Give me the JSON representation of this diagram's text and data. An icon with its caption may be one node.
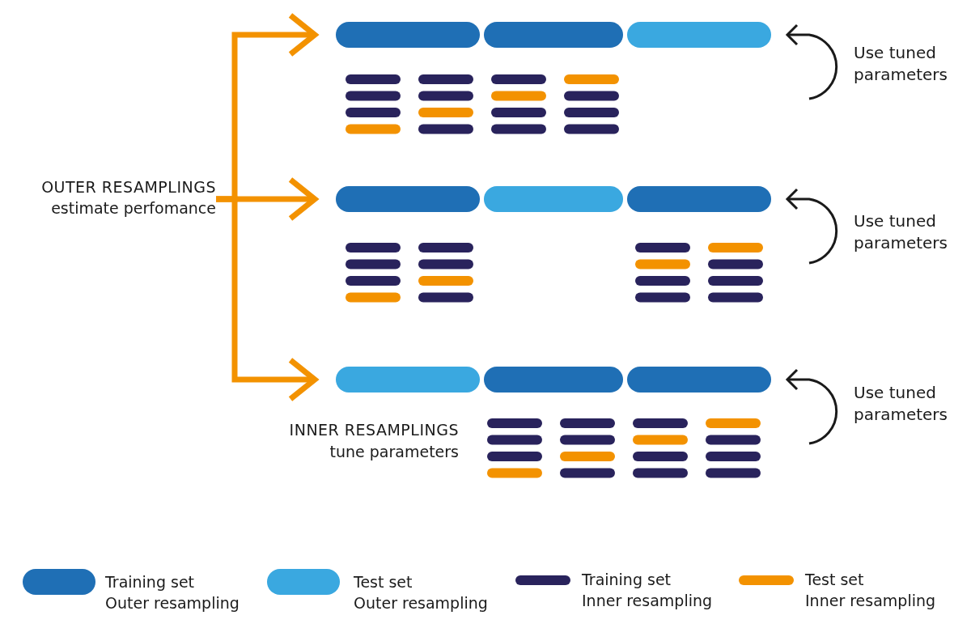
{
  "diagram": {
    "nodes": [
      {
        "text": [
          "OUTER RESAMPLINGS",
          "estimate perfomance"
        ]
      },
      {
        "text": [],
        "shape": "bar"
      },
      {
        "text": [],
        "shape": "bar"
      },
      {
        "text": [],
        "shape": "bar"
      },
      {
        "text": [],
        "shape": "bar"
      },
      {
        "text": [],
        "shape": "bar"
      },
      {
        "text": [],
        "shape": "bar"
      },
      {
        "text": [],
        "shape": "bar"
      },
      {
        "text": [],
        "shape": "bar"
      },
      {
        "text": [],
        "shape": "bar"
      }
    ],
    "edges": [
      {
        "from": 0,
        "to": 1,
        "arrow": "to",
        "style": "thick",
        "color": "#f39200"
      },
      {
        "from": 0,
        "to": 4,
        "arrow": "to",
        "style": "thick",
        "color": "#f39200"
      },
      {
        "from": 0,
        "to": 7,
        "arrow": "to",
        "style": "thick",
        "color": "#f39200"
      },
      {
        "from": null,
        "to": 3,
        "arrow": "to",
        "color": "#1a1a1a"
      },
      {
        "from": null,
        "to": 6,
        "arrow": "to",
        "color": "#1a1a1a"
      },
      {
        "from": null,
        "to": 9,
        "arrow": "to",
        "color": "#1a1a1a"
      }
    ],
    "labels": [
      "Use tuned parameters",
      "Use tuned parameters",
      "Use tuned parameters",
      "INNER RESAMPLINGS",
      "tune parameters"
    ],
    "legend": [
      {
        "text": "Training set Outer resampling",
        "color": "#1f6fb5"
      },
      {
        "text": "Test set Outer resampling",
        "color": "#3aa8e0"
      },
      {
        "text": "Training set Inner resampling",
        "color": "#29235c"
      },
      {
        "text": "Test set Inner resampling",
        "color": "#f39200"
      }
    ]
  }
}
